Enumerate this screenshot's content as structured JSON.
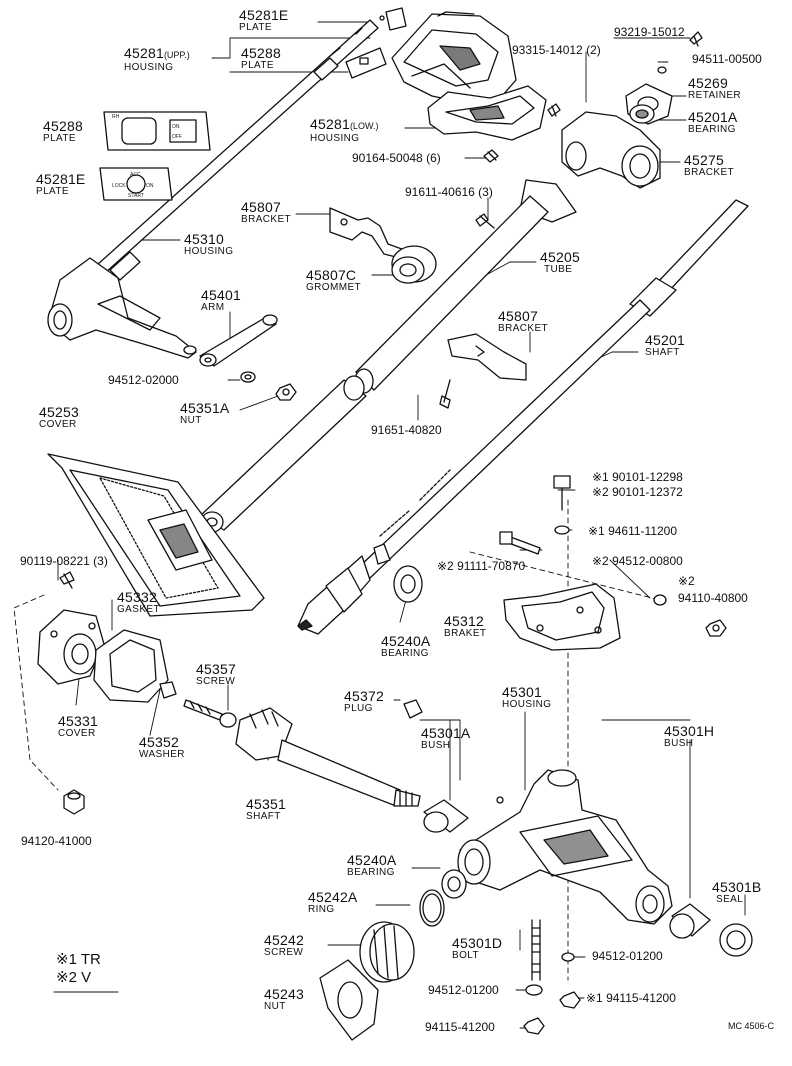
{
  "diagram": {
    "code": "MC 4506-C",
    "legend": [
      {
        "mark": "※1",
        "text": "TR"
      },
      {
        "mark": "※2",
        "text": "V"
      }
    ],
    "plate_texts": {
      "plate_45288": [
        "RH",
        "ON",
        "OFF"
      ],
      "plate_45281E": [
        "LOCK",
        "ACC",
        "ON",
        "START"
      ]
    },
    "callouts": [
      {
        "id": "45281E_top",
        "num": "45281E",
        "name": "PLATE"
      },
      {
        "id": "45281_upp",
        "num": "45281",
        "note": "(UPP.)",
        "name": "HOUSING"
      },
      {
        "id": "45288_top",
        "num": "45288",
        "name": "PLATE"
      },
      {
        "id": "45288_side",
        "num": "45288",
        "name": "PLATE"
      },
      {
        "id": "45281E_side",
        "num": "45281E",
        "name": "PLATE"
      },
      {
        "id": "45281_low",
        "num": "45281",
        "note": "(LOW.)",
        "name": "HOUSING"
      },
      {
        "id": "45269",
        "num": "45269",
        "name": "RETAINER"
      },
      {
        "id": "45201A",
        "num": "45201A",
        "name": "BEARING"
      },
      {
        "id": "45275",
        "num": "45275",
        "name": "BRACKET"
      },
      {
        "id": "45807_a",
        "num": "45807",
        "name": "BRACKET"
      },
      {
        "id": "45310",
        "num": "45310",
        "name": "HOUSING"
      },
      {
        "id": "45807C",
        "num": "45807C",
        "name": "GROMMET"
      },
      {
        "id": "45205",
        "num": "45205",
        "name": "TUBE"
      },
      {
        "id": "45401",
        "num": "45401",
        "name": "ARM"
      },
      {
        "id": "45807_b",
        "num": "45807",
        "name": "BRACKET"
      },
      {
        "id": "45201",
        "num": "45201",
        "name": "SHAFT"
      },
      {
        "id": "45351A",
        "num": "45351A",
        "name": "NUT"
      },
      {
        "id": "45253",
        "num": "45253",
        "name": "COVER"
      },
      {
        "id": "45332",
        "num": "45332",
        "name": "GASKET"
      },
      {
        "id": "45240A_top",
        "num": "45240A",
        "name": "BEARING"
      },
      {
        "id": "45312",
        "num": "45312",
        "name": "BRAKET"
      },
      {
        "id": "45357",
        "num": "45357",
        "name": "SCREW"
      },
      {
        "id": "45331",
        "num": "45331",
        "name": "COVER"
      },
      {
        "id": "45352",
        "num": "45352",
        "name": "WASHER"
      },
      {
        "id": "45372",
        "num": "45372",
        "name": "PLUG"
      },
      {
        "id": "45301",
        "num": "45301",
        "name": "HOUSING"
      },
      {
        "id": "45301A",
        "num": "45301A",
        "name": "BUSH"
      },
      {
        "id": "45301H",
        "num": "45301H",
        "name": "BUSH"
      },
      {
        "id": "45351",
        "num": "45351",
        "name": "SHAFT"
      },
      {
        "id": "45240A_bot",
        "num": "45240A",
        "name": "BEARING"
      },
      {
        "id": "45242A",
        "num": "45242A",
        "name": "RING"
      },
      {
        "id": "45301B",
        "num": "45301B",
        "name": "SEAL"
      },
      {
        "id": "45242",
        "num": "45242",
        "name": "SCREW"
      },
      {
        "id": "45301D",
        "num": "45301D",
        "name": "BOLT"
      },
      {
        "id": "45243",
        "num": "45243",
        "name": "NUT"
      }
    ],
    "part_numbers": [
      {
        "id": "93219",
        "text": "93219-15012"
      },
      {
        "id": "93315",
        "text": "93315-14012 (2)"
      },
      {
        "id": "94511",
        "text": "94511-00500"
      },
      {
        "id": "90164",
        "text": "90164-50048 (6)"
      },
      {
        "id": "91611",
        "text": "91611-40616 (3)"
      },
      {
        "id": "94512_02000",
        "text": "94512-02000"
      },
      {
        "id": "91651",
        "text": "91651-40820"
      },
      {
        "id": "90101_12298",
        "text": "※1 90101-12298"
      },
      {
        "id": "90101_12372",
        "text": "※2 90101-12372"
      },
      {
        "id": "94611",
        "text": "※1 94611-11200"
      },
      {
        "id": "90119",
        "text": "90119-08221 (3)"
      },
      {
        "id": "91111",
        "text": "※2 91111-70870"
      },
      {
        "id": "94512_00800",
        "text": "※2 94512-00800"
      },
      {
        "id": "94110_mark",
        "text": "※2"
      },
      {
        "id": "94110",
        "text": "94110-40800"
      },
      {
        "id": "94120",
        "text": "94120-41000"
      },
      {
        "id": "94512_01200_a",
        "text": "94512-01200"
      },
      {
        "id": "94512_01200_b",
        "text": "94512-01200"
      },
      {
        "id": "94115_a",
        "text": "※1 94115-41200"
      },
      {
        "id": "94115_b",
        "text": "94115-41200"
      }
    ]
  }
}
